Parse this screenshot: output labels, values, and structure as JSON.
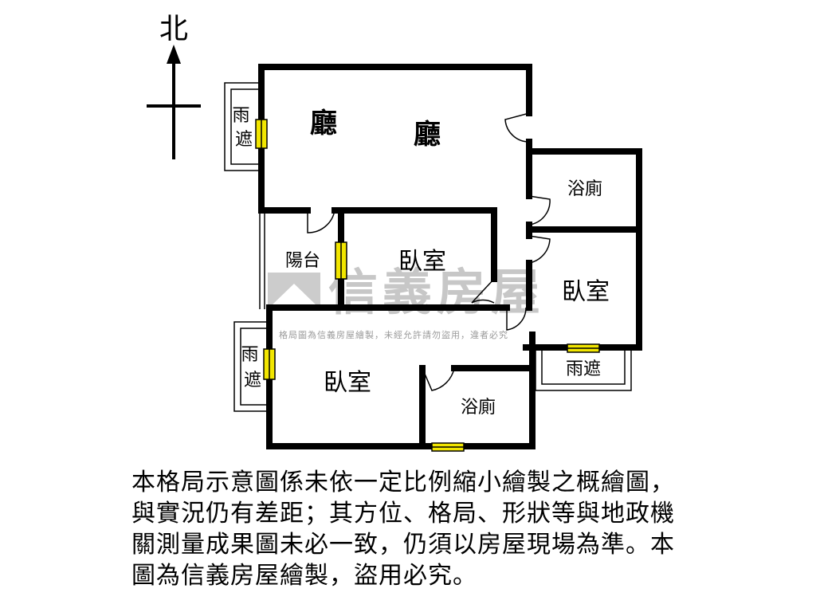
{
  "compass": {
    "north_label": "北"
  },
  "rooms": {
    "living_1": "廳",
    "living_2": "廳",
    "bath_top": "浴廁",
    "bath_bottom": "浴廁",
    "balcony": "陽台",
    "bedroom_middle": "臥室",
    "bedroom_right": "臥室",
    "bedroom_bottom": "臥室",
    "canopy_top_left": "雨\n遮",
    "canopy_bottom_left": "雨\n遮",
    "canopy_right": "雨遮"
  },
  "watermark": {
    "brand": "信義房屋",
    "notice": "格局圖為信義房屋繪製，未經允許請勿盜用，違者必究"
  },
  "disclaimer": "本格局示意圖係未依一定比例縮小繪製之概繪圖，與實況仍有差距；其方位、格局、形狀等與地政機關測量成果圖未必一致，仍須以房屋現場為準。本圖為信義房屋繪製，盜用必究。",
  "colors": {
    "wall": "#000000",
    "window": "#f2e600",
    "watermark": "#c7c7c7"
  }
}
